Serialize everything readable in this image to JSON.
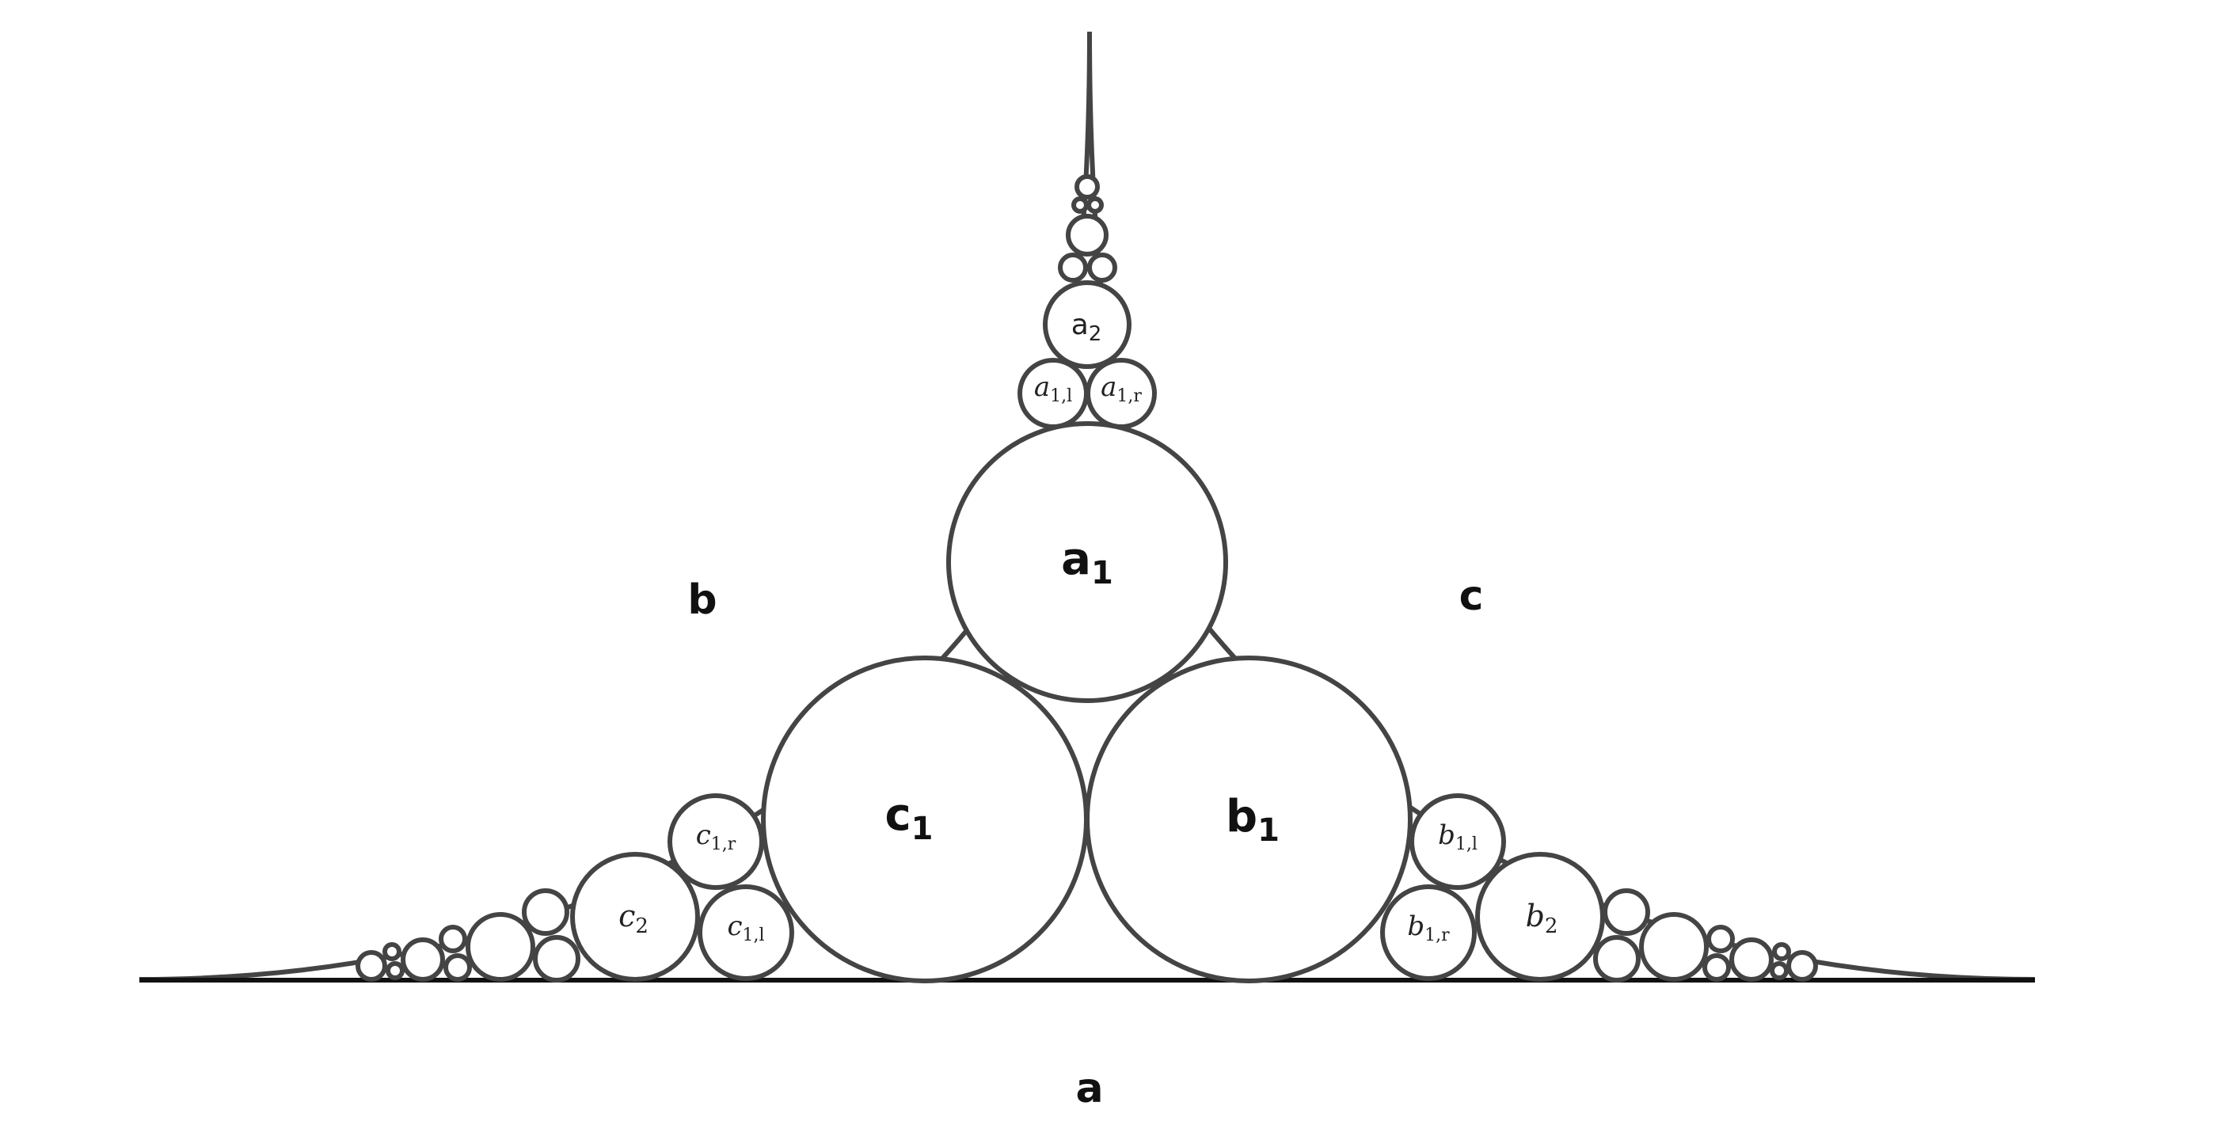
{
  "labels": {
    "region_b": "b",
    "region_c": "c",
    "region_a": "a",
    "a1": {
      "base": "a",
      "sub": "1"
    },
    "b1": {
      "base": "b",
      "sub": "1"
    },
    "c1": {
      "base": "c",
      "sub": "1"
    },
    "a2": {
      "base": "a",
      "sub": "2"
    },
    "b2": {
      "base": "b",
      "sub": "2"
    },
    "c2": {
      "base": "c",
      "sub": "2"
    },
    "a1l": {
      "base": "a",
      "sub": "1,l"
    },
    "a1r": {
      "base": "a",
      "sub": "1,r"
    },
    "b1l": {
      "base": "b",
      "sub": "1,l"
    },
    "b1r": {
      "base": "b",
      "sub": "1,r"
    },
    "c1l": {
      "base": "c",
      "sub": "1,l"
    },
    "c1r": {
      "base": "c",
      "sub": "1,r"
    }
  },
  "colors": {
    "stroke": "#444444",
    "baseline": "#111111",
    "text": "#111111",
    "background": "#ffffff"
  }
}
